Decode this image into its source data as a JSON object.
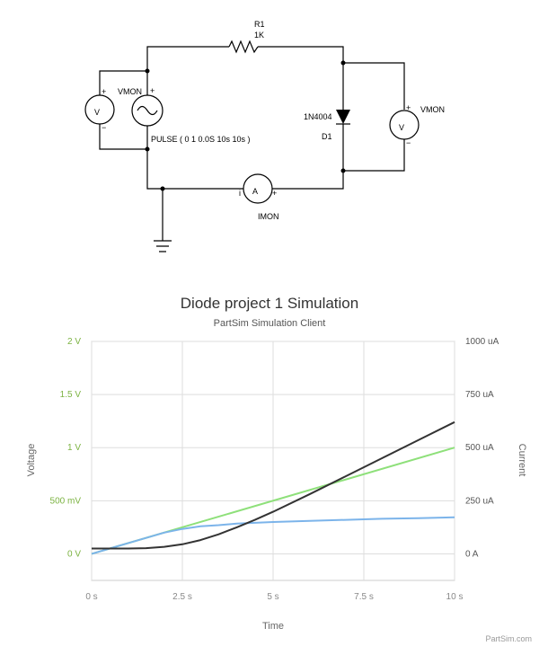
{
  "schematic": {
    "r1_name": "R1",
    "r1_value": "1K",
    "diode_model": "1N4004",
    "diode_name": "D1",
    "vmon_left": "VMON",
    "vmon_right": "VMON",
    "pulse": "PULSE ( 0 1 0.0S 10s 10s )",
    "imon": "IMON",
    "voltmeter_symbol": "V",
    "ammeter_symbol": "A",
    "plus": "+",
    "minus": "−",
    "i_mark": "i"
  },
  "chart_data": {
    "type": "line",
    "title": "Diode project 1 Simulation",
    "subtitle": "PartSim Simulation Client",
    "xlabel": "Time",
    "ylabel_left": "Voltage",
    "ylabel_right": "Current",
    "xlim": [
      0,
      10
    ],
    "ylim_left": [
      -0.25,
      2
    ],
    "ylim_right": [
      -125,
      1000
    ],
    "x_ticks": [
      0,
      2.5,
      5,
      7.5,
      10
    ],
    "x_tick_labels": [
      "0 s",
      "2.5 s",
      "5 s",
      "7.5 s",
      "10 s"
    ],
    "y_left_ticks": [
      0,
      0.5,
      1,
      1.5,
      2
    ],
    "y_left_tick_labels": [
      "0 V",
      "500 mV",
      "1 V",
      "1.5 V",
      "2 V"
    ],
    "y_right_ticks": [
      0,
      250,
      500,
      750,
      1000
    ],
    "y_right_tick_labels": [
      "0 A",
      "250 uA",
      "500 uA",
      "750 uA",
      "1000 uA"
    ],
    "grid": true,
    "series": [
      {
        "color": "#8ee07a",
        "axis": "left",
        "x": [
          0,
          10
        ],
        "y": [
          0,
          1.0
        ]
      },
      {
        "color": "#7cb4ea",
        "axis": "left",
        "x": [
          0,
          0.5,
          1,
          1.5,
          2,
          2.5,
          3,
          3.5,
          4,
          5,
          6,
          7,
          8,
          9,
          10
        ],
        "y": [
          0,
          0.05,
          0.1,
          0.15,
          0.2,
          0.235,
          0.26,
          0.27,
          0.285,
          0.3,
          0.31,
          0.32,
          0.33,
          0.335,
          0.345
        ]
      },
      {
        "color": "#333333",
        "axis": "right",
        "x": [
          0,
          0.5,
          1,
          1.5,
          2,
          2.5,
          3,
          3.5,
          4,
          4.5,
          5,
          6,
          7,
          8,
          9,
          10
        ],
        "y": [
          25,
          25,
          25,
          27,
          33,
          45,
          65,
          92,
          125,
          160,
          198,
          280,
          365,
          450,
          535,
          620
        ]
      }
    ]
  },
  "credit": "PartSim.com"
}
